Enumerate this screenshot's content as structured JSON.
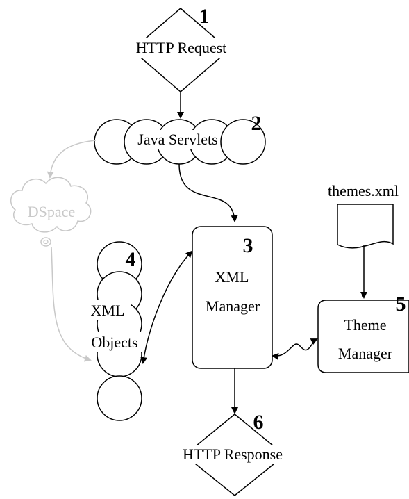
{
  "diagram": {
    "nodes": {
      "http_request": {
        "number": "1",
        "label": "HTTP Request"
      },
      "java_servlets": {
        "number": "2",
        "label": "Java Servlets"
      },
      "dspace": {
        "label": "DSpace"
      },
      "xml_manager": {
        "number": "3",
        "label_line1": "XML",
        "label_line2": "Manager"
      },
      "xml_objects": {
        "number": "4",
        "label_line1": "XML",
        "label_line2": "Objects"
      },
      "themes_xml": {
        "label": "themes.xml"
      },
      "theme_manager": {
        "number": "5",
        "label_line1": "Theme",
        "label_line2": "Manager"
      },
      "http_response": {
        "number": "6",
        "label": "HTTP Response"
      }
    },
    "colors": {
      "stroke": "#000000",
      "faded": "#c8c8c8",
      "background": "#ffffff"
    }
  }
}
